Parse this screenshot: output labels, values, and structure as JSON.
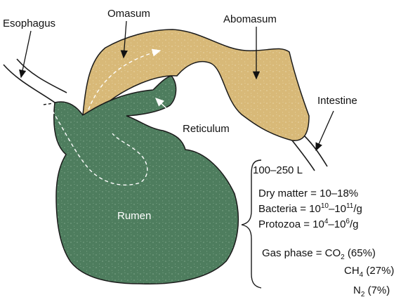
{
  "labels": {
    "esophagus": "Esophagus",
    "omasum": "Omasum",
    "abomasum": "Abomasum",
    "intestine": "Intestine",
    "reticulum": "Reticulum",
    "rumen": "Rumen"
  },
  "info": {
    "volume": "100–250 L",
    "dry_matter": "Dry matter = 10–18%",
    "bacteria": {
      "prefix": "Bacteria = 10",
      "exp1": "10",
      "mid": "–10",
      "exp2": "11",
      "suffix": "/g"
    },
    "protozoa": {
      "prefix": "Protozoa = 10",
      "exp1": "4",
      "mid": "–10",
      "exp2": "6",
      "suffix": "/g"
    },
    "gas": {
      "prefix": "Gas phase = CO",
      "sub": "2",
      "suffix": " (65%)"
    },
    "ch4": {
      "prefix": "CH",
      "sub": "4",
      "suffix": " (27%)"
    },
    "n2": {
      "prefix": "N",
      "sub": "2",
      "suffix": " (7%)"
    }
  },
  "colors": {
    "rumen_fill": "#4e7d5e",
    "omasum_fill": "#d8b978",
    "outline": "#1a1a1a"
  }
}
